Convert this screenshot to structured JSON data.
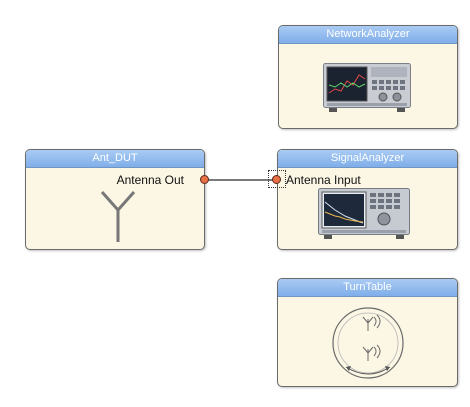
{
  "nodes": {
    "network_analyzer": {
      "title": "NetworkAnalyzer"
    },
    "ant_dut": {
      "title": "Ant_DUT",
      "port_label": "Antenna Out"
    },
    "signal_analyzer": {
      "title": "SignalAnalyzer",
      "port_label": "Antenna Input"
    },
    "turntable": {
      "title": "TurnTable"
    }
  },
  "colors": {
    "header": "#8db8ee",
    "body": "#fcf6e4",
    "port": "#e96f45",
    "connection": "#2b2b2b"
  }
}
